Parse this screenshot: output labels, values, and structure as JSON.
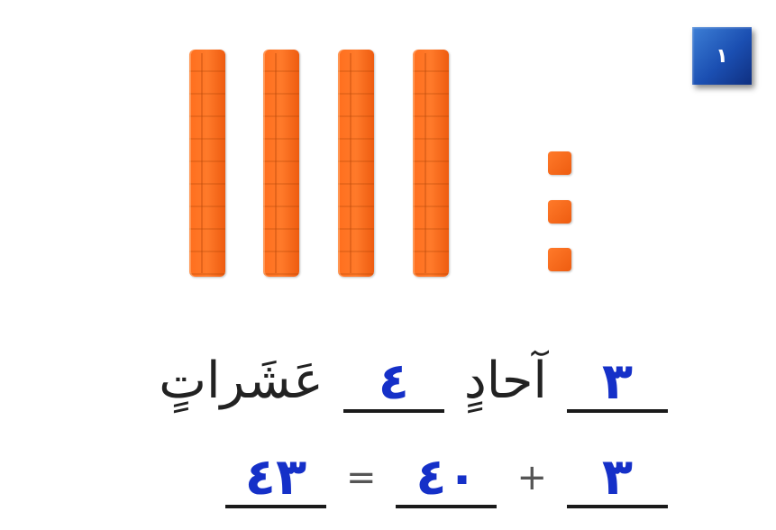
{
  "problem_number": "١",
  "blocks": {
    "tens_rods": 4,
    "ones_units": 3,
    "block_color": "#ff6f1e"
  },
  "place_value_row": {
    "ones_answer": "٣",
    "ones_label": "آحادٍ",
    "tens_answer": "٤",
    "tens_label": "عَشَراتٍ"
  },
  "equation_row": {
    "ones_value": "٣",
    "plus_sign": "+",
    "tens_value": "٤٠",
    "equals_sign": "=",
    "total": "٤٣"
  },
  "answer_color": "#1530c8"
}
